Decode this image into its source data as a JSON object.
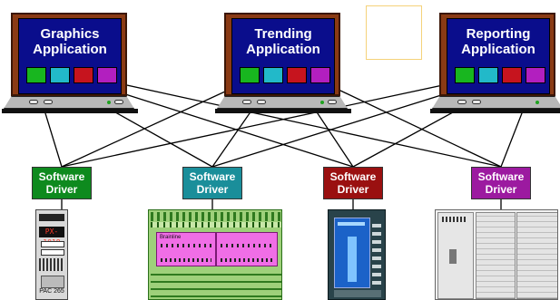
{
  "applications": [
    {
      "title": "Graphics\nApplication"
    },
    {
      "title": "Trending\nApplication"
    },
    {
      "title": "Reporting\nApplication"
    }
  ],
  "drivers": [
    {
      "label": "Software\nDriver",
      "color": "#0e8a1e"
    },
    {
      "label": "Software\nDriver",
      "color": "#1a8e9a"
    },
    {
      "label": "Software\nDriver",
      "color": "#9a1010"
    },
    {
      "label": "Software\nDriver",
      "color": "#9c1aa0"
    }
  ],
  "chip_colors": [
    "#18b61f",
    "#22b9c9",
    "#c6141e",
    "#b21fbf"
  ],
  "devices": {
    "pac_label": "PAC 265",
    "pac_display": "PX-1018",
    "bb_brand": "Brainline"
  }
}
